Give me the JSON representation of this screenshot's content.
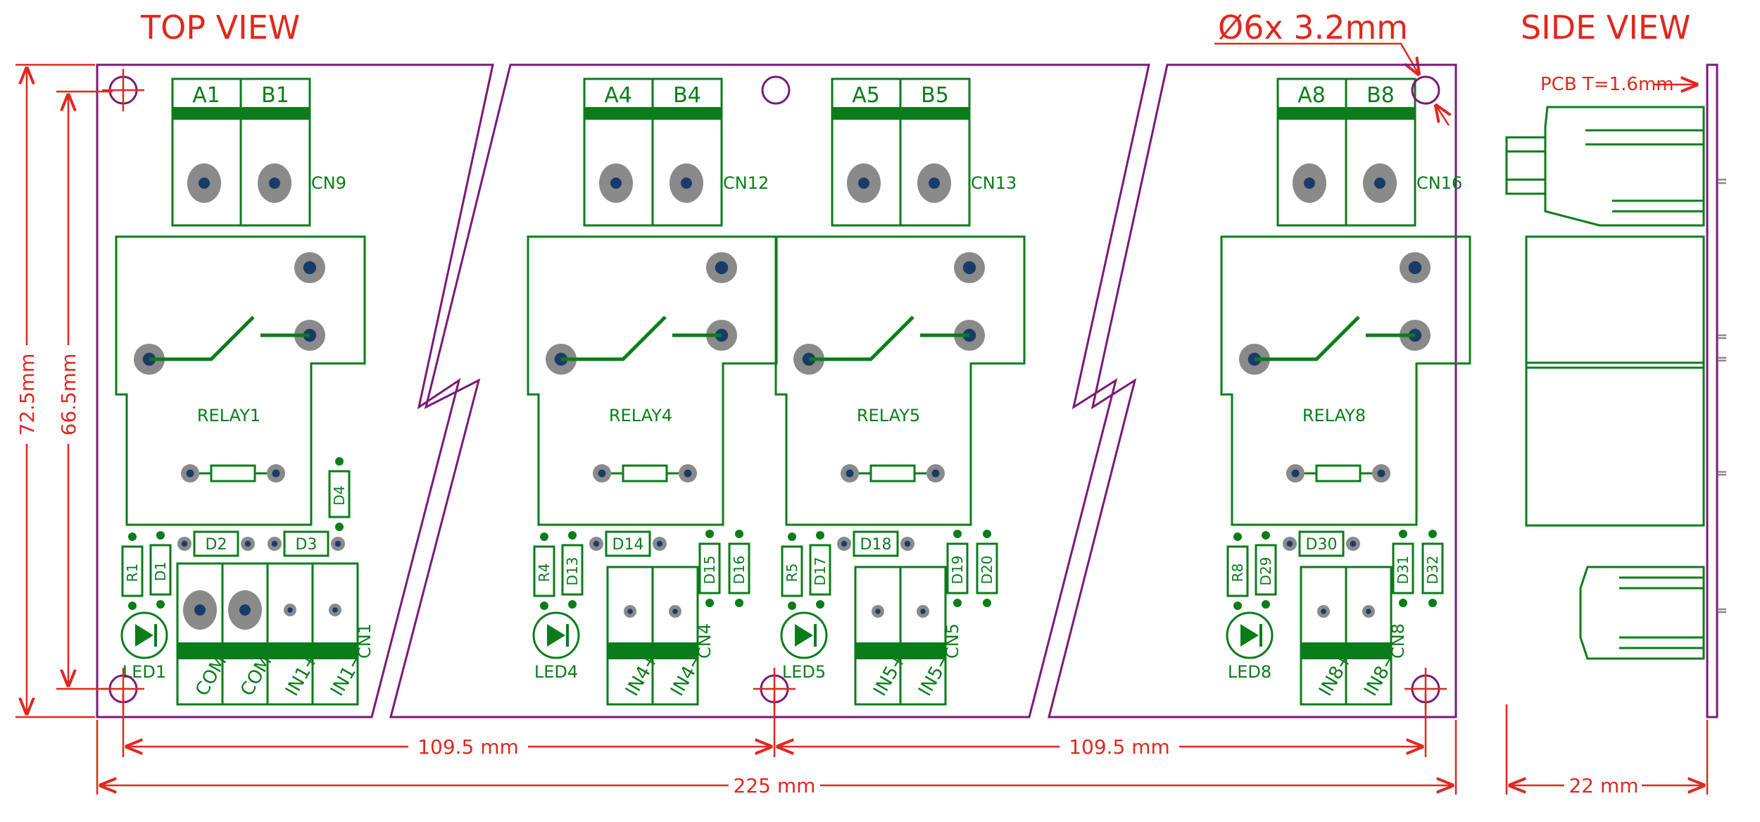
{
  "titles": {
    "top_view": "TOP  VIEW",
    "side_view": "SIDE  VIEW"
  },
  "hole_note": "Ø6x  3.2mm",
  "pcb_note": "PCB  T=1.6mm",
  "dims": {
    "height_outer": "72.5mm",
    "height_inner": "66.5mm",
    "span_left": "109.5  mm",
    "span_right": "109.5  mm",
    "total_width": "225  mm",
    "side_width": "22  mm"
  },
  "colors": {
    "dimension": "#e0281e",
    "silkscreen": "#0a7d1a",
    "outline": "#7a1a78",
    "pad": "#8a8a8a",
    "drill": "#1a3a6a"
  },
  "units": [
    {
      "tb_a": "A1",
      "tb_b": "B1",
      "cn_top": "CN9",
      "relay": "RELAY1",
      "r": "R1",
      "d_a": "D1",
      "d_b": "D2",
      "d_c": "D3",
      "d_d": "D4",
      "led": "LED1",
      "cn_bottom": "CN1"
    },
    {
      "tb_a": "A4",
      "tb_b": "B4",
      "cn_top": "CN12",
      "relay": "RELAY4",
      "r": "R4",
      "d_a": "D13",
      "d_b": "D14",
      "d_c": "D15",
      "d_d": "D16",
      "led": "LED4",
      "cn_bottom": "CN4"
    },
    {
      "tb_a": "A5",
      "tb_b": "B5",
      "cn_top": "CN13",
      "relay": "RELAY5",
      "r": "R5",
      "d_a": "D17",
      "d_b": "D18",
      "d_c": "D19",
      "d_d": "D20",
      "led": "LED5",
      "cn_bottom": "CN5"
    },
    {
      "tb_a": "A8",
      "tb_b": "B8",
      "cn_top": "CN16",
      "relay": "RELAY8",
      "r": "R8",
      "d_a": "D29",
      "d_b": "D30",
      "d_c": "D31",
      "d_d": "D32",
      "led": "LED8",
      "cn_bottom": "CN8"
    }
  ],
  "bottom_labels": [
    [
      "COM+",
      "COM−",
      "IN1+",
      "IN1−"
    ],
    [
      "IN4+",
      "IN4−"
    ],
    [
      "IN5+",
      "IN5−"
    ],
    [
      "IN8+",
      "IN8−"
    ]
  ]
}
